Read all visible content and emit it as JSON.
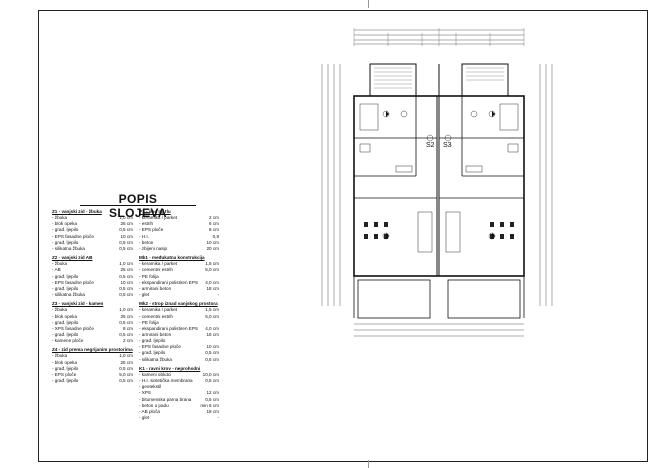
{
  "title": "POPIS SLOJEVA",
  "layers_left": [
    {
      "name": "Z1 - vanjski zid - žbuka",
      "items": [
        {
          "label": "- žbuka",
          "value": "1,0 cm"
        },
        {
          "label": "- blok opeka",
          "value": "25 cm"
        },
        {
          "label": "- građ. ljepilo",
          "value": "0,5 cm"
        },
        {
          "label": "- EPS fasadne ploče",
          "value": "10 cm"
        },
        {
          "label": "- građ. ljepilo",
          "value": "0,5 cm"
        },
        {
          "label": "- silikatna žbuka",
          "value": "0,5 cm"
        }
      ]
    },
    {
      "name": "Z2 - vanjski zid AB",
      "items": [
        {
          "label": "- žbuka",
          "value": "1,0 cm"
        },
        {
          "label": "- AB",
          "value": "25 cm"
        },
        {
          "label": "- građ. ljepilo",
          "value": "0,5 cm"
        },
        {
          "label": "- EPS fasadne ploče",
          "value": "10 cm"
        },
        {
          "label": "- građ. ljepilo",
          "value": "0,5 cm"
        },
        {
          "label": "- silikatna žbuka",
          "value": "0,5 cm"
        }
      ]
    },
    {
      "name": "Z3 - vanjski zid - kamen",
      "items": [
        {
          "label": "- žbuka",
          "value": "1,0 cm"
        },
        {
          "label": "- blok opeka",
          "value": "25 cm"
        },
        {
          "label": "- građ. ljepilo",
          "value": "0,5 cm"
        },
        {
          "label": "- XPS fasadne ploče",
          "value": "8 cm"
        },
        {
          "label": "- građ. ljepilo",
          "value": "0,5 cm"
        },
        {
          "label": "- kamene ploče",
          "value": "2 cm"
        }
      ]
    },
    {
      "name": "Z4 - zid prema negrijanim prostorima",
      "items": [
        {
          "label": "- žbuka",
          "value": "1,0 cm"
        },
        {
          "label": "- blok opeka",
          "value": "25 cm"
        },
        {
          "label": "- građ. ljepilo",
          "value": "0,5 cm"
        },
        {
          "label": "- EPS ploče",
          "value": "5,0 cm"
        },
        {
          "label": "- građ. ljepilo",
          "value": "0,5 cm"
        }
      ]
    }
  ],
  "layers_right": [
    {
      "name": "P1 - pod na tlu",
      "items": [
        {
          "label": "- keramika / parket",
          "value": "2 cm"
        },
        {
          "label": "- estrih",
          "value": "6 cm"
        },
        {
          "label": "- EPS ploče",
          "value": "8 cm"
        },
        {
          "label": "- H.I.",
          "value": "0,8"
        },
        {
          "label": "- beton",
          "value": "10 cm"
        },
        {
          "label": "- zbijeni nasip",
          "value": "20 cm"
        }
      ]
    },
    {
      "name": "Mk1 - međukatna konstrukcija",
      "items": [
        {
          "label": "- keramika / parket",
          "value": "1,5 cm"
        },
        {
          "label": "- cementni estrih",
          "value": "5,0 cm"
        },
        {
          "label": "- PE folija",
          "value": ""
        },
        {
          "label": "- ekspandirani polistiren EPS",
          "value": "4,0 cm"
        },
        {
          "label": "- armirani beton",
          "value": "18 cm"
        },
        {
          "label": "- glet",
          "value": "-"
        }
      ]
    },
    {
      "name": "Mk2 - strop iznad vanjskog prostora",
      "items": [
        {
          "label": "- keramika / parket",
          "value": "1,5 cm"
        },
        {
          "label": "- cementni estrih",
          "value": "5,0 cm"
        },
        {
          "label": "- PE folija",
          "value": ""
        },
        {
          "label": "- ekspandirani polistiren EPS",
          "value": "4,0 cm"
        },
        {
          "label": "- armirani beton",
          "value": "18 cm"
        },
        {
          "label": "- građ. ljepilo",
          "value": ""
        },
        {
          "label": "- EPS fasadne ploče",
          "value": "10 cm"
        },
        {
          "label": "- građ. ljepilo",
          "value": "0,5 cm"
        },
        {
          "label": "- silikatna žbuka",
          "value": "0,5 cm"
        }
      ]
    },
    {
      "name": "K1 - ravni krov - neprohodni",
      "items": [
        {
          "label": "- kameni oblutci",
          "value": "10,0 cm"
        },
        {
          "label": "- H.I. sintetička membrana",
          "value": "0,5 cm"
        },
        {
          "label": "- geotekstil",
          "value": ""
        },
        {
          "label": "- XPS",
          "value": "12 cm"
        },
        {
          "label": "- bitumenska parna brana",
          "value": "0,6 cm"
        },
        {
          "label": "- beton u padu",
          "value": "min 5 cm"
        },
        {
          "label": "- AB ploča",
          "value": "18 cm"
        },
        {
          "label": "- glet",
          "value": "-"
        }
      ]
    }
  ],
  "plan_labels": {
    "left_stair": "S2",
    "right_stair": "S3"
  }
}
